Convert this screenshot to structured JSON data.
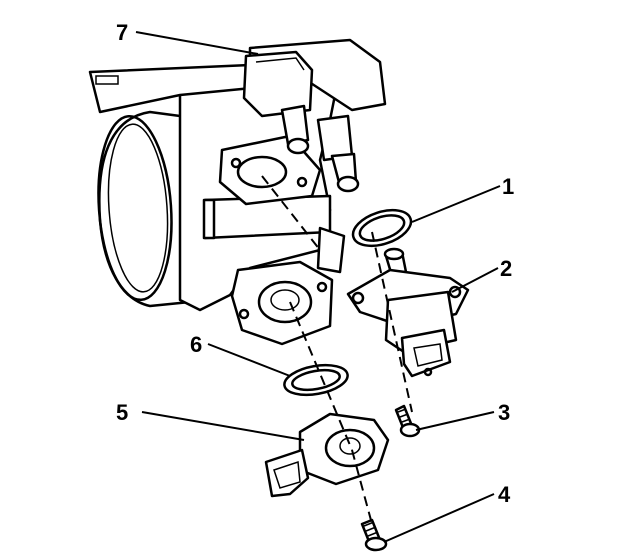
{
  "callouts": [
    {
      "id": "1",
      "label": "1"
    },
    {
      "id": "2",
      "label": "2"
    },
    {
      "id": "3",
      "label": "3"
    },
    {
      "id": "4",
      "label": "4"
    },
    {
      "id": "5",
      "label": "5"
    },
    {
      "id": "6",
      "label": "6"
    },
    {
      "id": "7",
      "label": "7"
    }
  ],
  "colors": {
    "ink": "#000000",
    "background": "#ffffff"
  }
}
